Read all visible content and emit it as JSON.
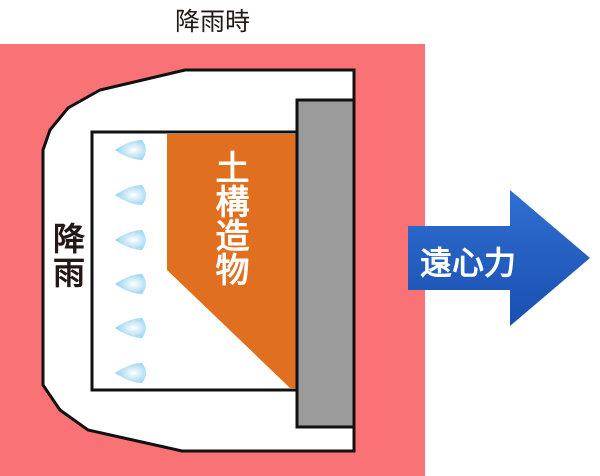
{
  "title": "降雨時",
  "labels": {
    "rain": "降雨",
    "soil_structure": "土構造物",
    "centrifugal_force": "遠心力"
  },
  "colors": {
    "background": "#f87276",
    "structure": "#e07020",
    "wall": "#9b9b9b",
    "arrow": "#1f5cc0",
    "drop": "#9fd8f0"
  }
}
